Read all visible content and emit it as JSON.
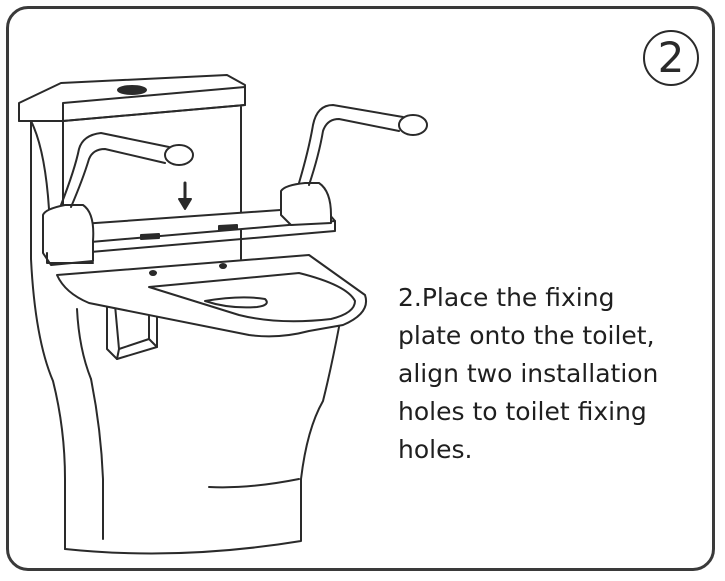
{
  "step": {
    "number": "2"
  },
  "instruction": {
    "text": "2.Place the fixing\nplate onto the toilet,\nalign two installation\nholes to toilet fixing\nholes."
  },
  "illustration": {
    "subject": "toilet-with-fixing-plate",
    "arrow": "down-arrow-icon"
  },
  "colors": {
    "line": "#2a2a2a",
    "border": "#3a3a3a",
    "background": "#ffffff"
  }
}
